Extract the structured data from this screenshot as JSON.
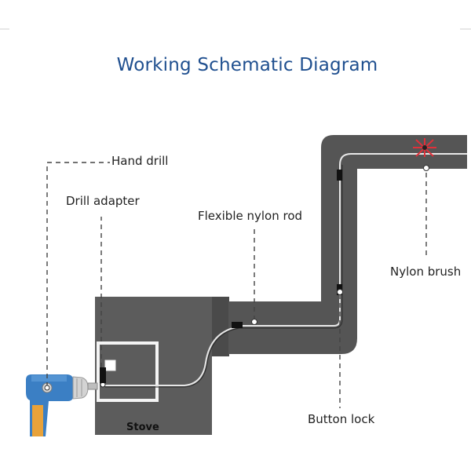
{
  "title": "Working Schematic Diagram",
  "labels": {
    "hand_drill": "Hand drill",
    "drill_adapter": "Drill adapter",
    "flexible_nylon_rod": "Flexible nylon rod",
    "nylon_brush": "Nylon brush",
    "button_lock": "Button lock",
    "stove": "Stove"
  },
  "colors": {
    "title": "#1f4f8f",
    "pipe": "#555555",
    "stove": "#5c5c5c",
    "drill_body": "#3b7fc4",
    "drill_handle": "#e8a23a",
    "brush": "#e0303a"
  }
}
